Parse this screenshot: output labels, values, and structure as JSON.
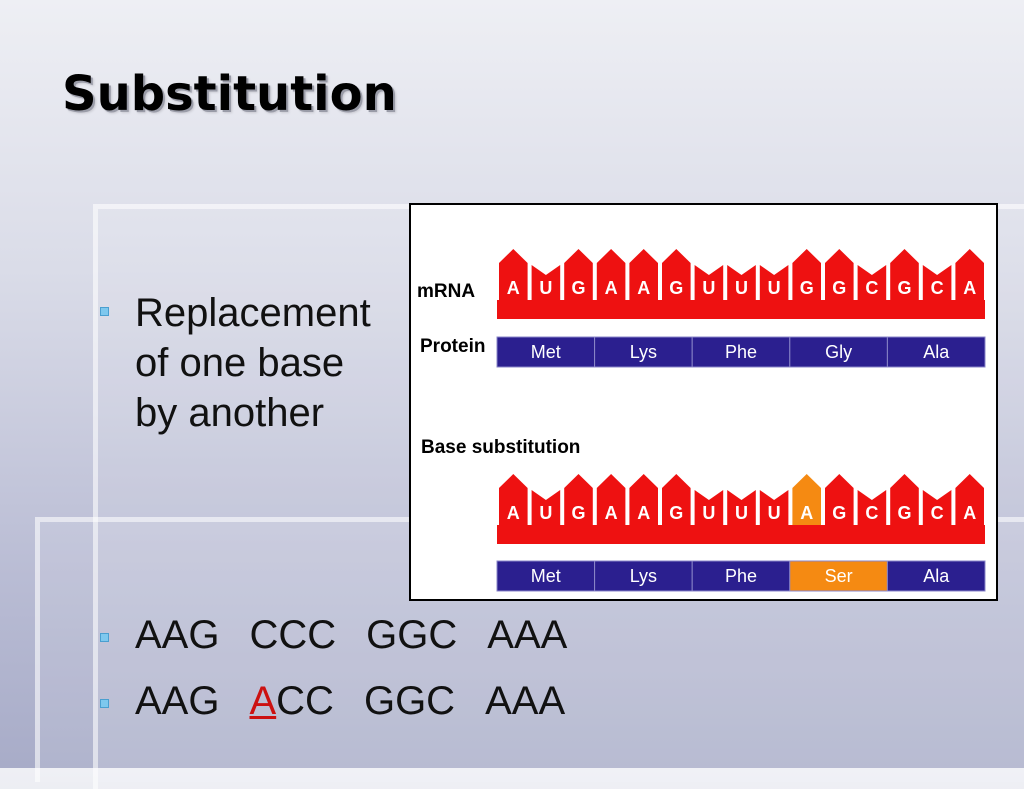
{
  "slide": {
    "title": "Substitution",
    "bullet_1": [
      "Replacement",
      "of one base",
      "by another"
    ],
    "bullet_2": [
      "AAG",
      "CCC",
      "GGC",
      "AAA"
    ],
    "bullet_3": {
      "first": "AAG",
      "highlight_letter": "A",
      "rest_of_second": "CC",
      "third": "GGC",
      "fourth": "AAA"
    }
  },
  "figure": {
    "label_mrna": "mRNA",
    "label_protein": "Protein",
    "label_substitution": "Base substitution",
    "original_mrna": [
      "A",
      "U",
      "G",
      "A",
      "A",
      "G",
      "U",
      "U",
      "U",
      "G",
      "G",
      "C",
      "G",
      "C",
      "A"
    ],
    "original_protein": [
      "Met",
      "Lys",
      "Phe",
      "Gly",
      "Ala"
    ],
    "mutant_mrna": [
      "A",
      "U",
      "G",
      "A",
      "A",
      "G",
      "U",
      "U",
      "U",
      "A",
      "G",
      "C",
      "G",
      "C",
      "A"
    ],
    "mutant_protein": [
      "Met",
      "Lys",
      "Phe",
      "Ser",
      "Ala"
    ],
    "mutated_base_index": 9,
    "mutated_codon_index": 3,
    "colors": {
      "base": "#ee1111",
      "mutated": "#f58a12",
      "protein": "#2b1f8f",
      "protein_border": "#8a86c8"
    }
  }
}
